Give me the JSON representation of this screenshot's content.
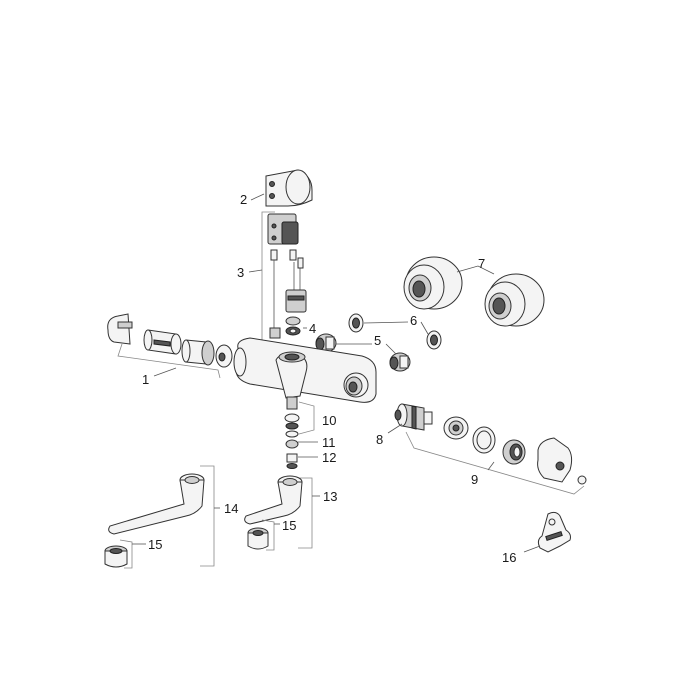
{
  "labels": {
    "l1": "1",
    "l2": "2",
    "l3": "3",
    "l4": "4",
    "l5": "5",
    "l6": "6",
    "l7": "7",
    "l8": "8",
    "l9": "9",
    "l10": "10",
    "l11": "11",
    "l12": "12",
    "l13": "13",
    "l14": "14",
    "l15a": "15",
    "l15b": "15",
    "l16": "16"
  },
  "colors": {
    "stroke": "#333333",
    "fill_light": "#f4f4f4",
    "fill_dark": "#555555"
  }
}
